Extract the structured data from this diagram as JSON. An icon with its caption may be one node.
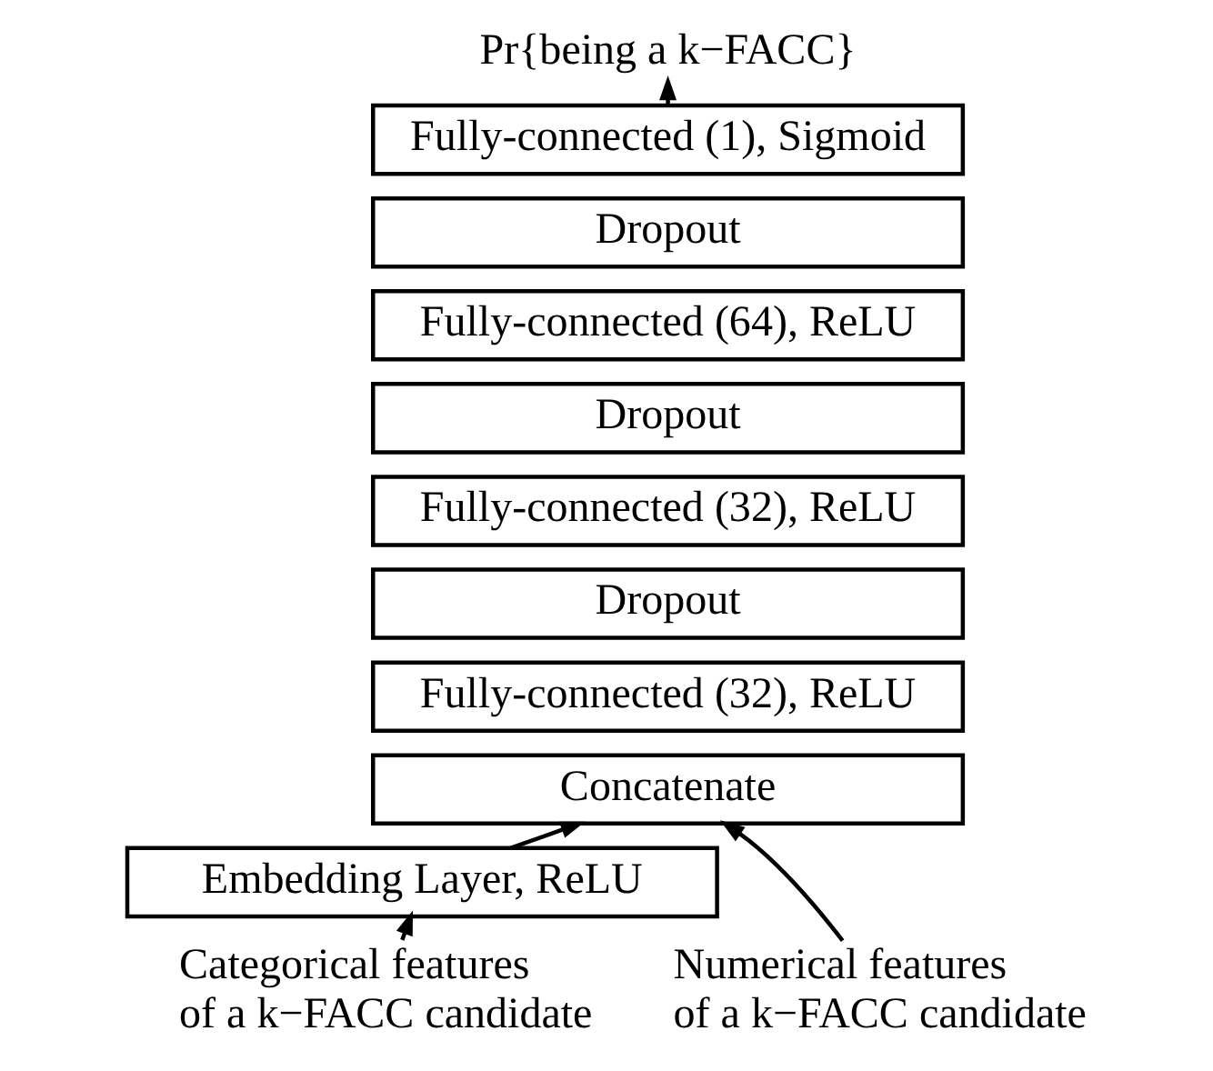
{
  "diagram": {
    "nodes": [
      {
        "text": [
          "Pr{being a k−FACC}"
        ]
      },
      {
        "text": [
          "Fully-connected (1), Sigmoid"
        ]
      },
      {
        "text": [
          "Dropout"
        ]
      },
      {
        "text": [
          "Fully-connected (64), ReLU"
        ]
      },
      {
        "text": [
          "Dropout"
        ]
      },
      {
        "text": [
          "Fully-connected (32), ReLU"
        ]
      },
      {
        "text": [
          "Dropout"
        ]
      },
      {
        "text": [
          "Fully-connected (32), ReLU"
        ]
      },
      {
        "text": [
          "Concatenate"
        ]
      },
      {
        "text": [
          "Embedding Layer, ReLU"
        ]
      },
      {
        "text": [
          "Categorical features of a k−FACC candidate"
        ]
      },
      {
        "text": [
          "Numerical features of a k−FACC candidate"
        ]
      }
    ],
    "edges": [
      {
        "from": 1,
        "to": 0,
        "arrow": "to"
      },
      {
        "from": 9,
        "to": 8,
        "arrow": "to"
      },
      {
        "from": 11,
        "to": 8,
        "arrow": "to"
      },
      {
        "from": 10,
        "to": 9,
        "arrow": "to"
      }
    ]
  }
}
